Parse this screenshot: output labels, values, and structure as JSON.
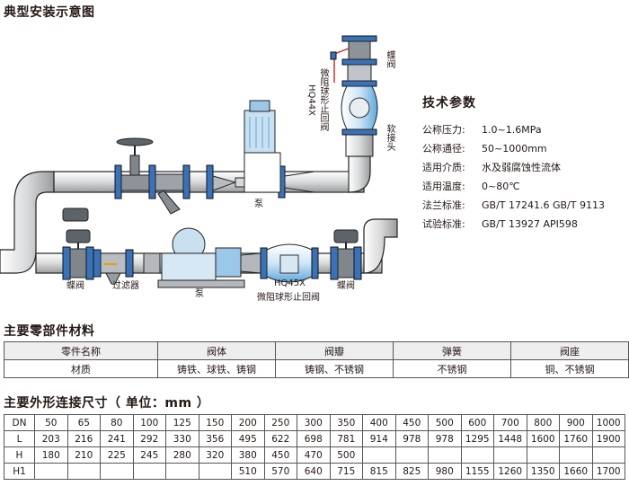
{
  "titles": {
    "install": "典型安装示意图",
    "materials": "主要零部件材料",
    "dimensions": "主要外形连接尺寸（ 单位：mm ）"
  },
  "diagram_labels": {
    "hq44x": "HQ44X",
    "hq44x_desc": "微阻球形止回阀",
    "butterfly_top": "蝶阀",
    "soft_joint": "软接头",
    "pump_top": "泵",
    "butterfly_left": "蝶阀",
    "filter": "过滤器",
    "pump_bottom": "泵",
    "hq45x": "HQ45X",
    "hq45x_desc": "微阻球形止回阀",
    "butterfly_right": "蝶阀"
  },
  "tech_params": {
    "title": "技术参数",
    "rows": [
      {
        "key": "公称压力:",
        "value": "1.0~1.6MPa"
      },
      {
        "key": "公称通径:",
        "value": "50~1000mm"
      },
      {
        "key": "适用介质:",
        "value": "水及弱腐蚀性流体"
      },
      {
        "key": "适用温度:",
        "value": "0~80℃"
      },
      {
        "key": "法兰标准:",
        "value": "GB/T 17241.6 GB/T 9113"
      },
      {
        "key": "试验标准:",
        "value": "GB/T 13927 API598"
      }
    ]
  },
  "materials_table": {
    "header": [
      "零件名称",
      "阀体",
      "阀瓣",
      "弹簧",
      "阀座"
    ],
    "row": [
      "材质",
      "铸铁、球铁、铸钢",
      "铸钢、不锈钢",
      "不锈钢",
      "铜、不锈钢"
    ]
  },
  "dimensions_table": {
    "rows": [
      {
        "label": "DN",
        "cells": [
          "50",
          "65",
          "80",
          "100",
          "125",
          "150",
          "200",
          "250",
          "300",
          "350",
          "400",
          "450",
          "500",
          "600",
          "700",
          "800",
          "900",
          "1000"
        ]
      },
      {
        "label": "L",
        "cells": [
          "203",
          "216",
          "241",
          "292",
          "330",
          "356",
          "495",
          "622",
          "698",
          "781",
          "914",
          "978",
          "978",
          "1295",
          "1448",
          "1600",
          "1760",
          "1900"
        ]
      },
      {
        "label": "H",
        "cells": [
          "180",
          "210",
          "225",
          "245",
          "280",
          "320",
          "380",
          "450",
          "470",
          "500",
          "",
          "",
          "",
          "",
          "",
          "",
          "",
          ""
        ]
      },
      {
        "label": "H1",
        "cells": [
          "",
          "",
          "",
          "",
          "",
          "",
          "510",
          "570",
          "640",
          "715",
          "815",
          "825",
          "980",
          "1155",
          "1260",
          "1350",
          "1660",
          "1700"
        ]
      }
    ]
  }
}
